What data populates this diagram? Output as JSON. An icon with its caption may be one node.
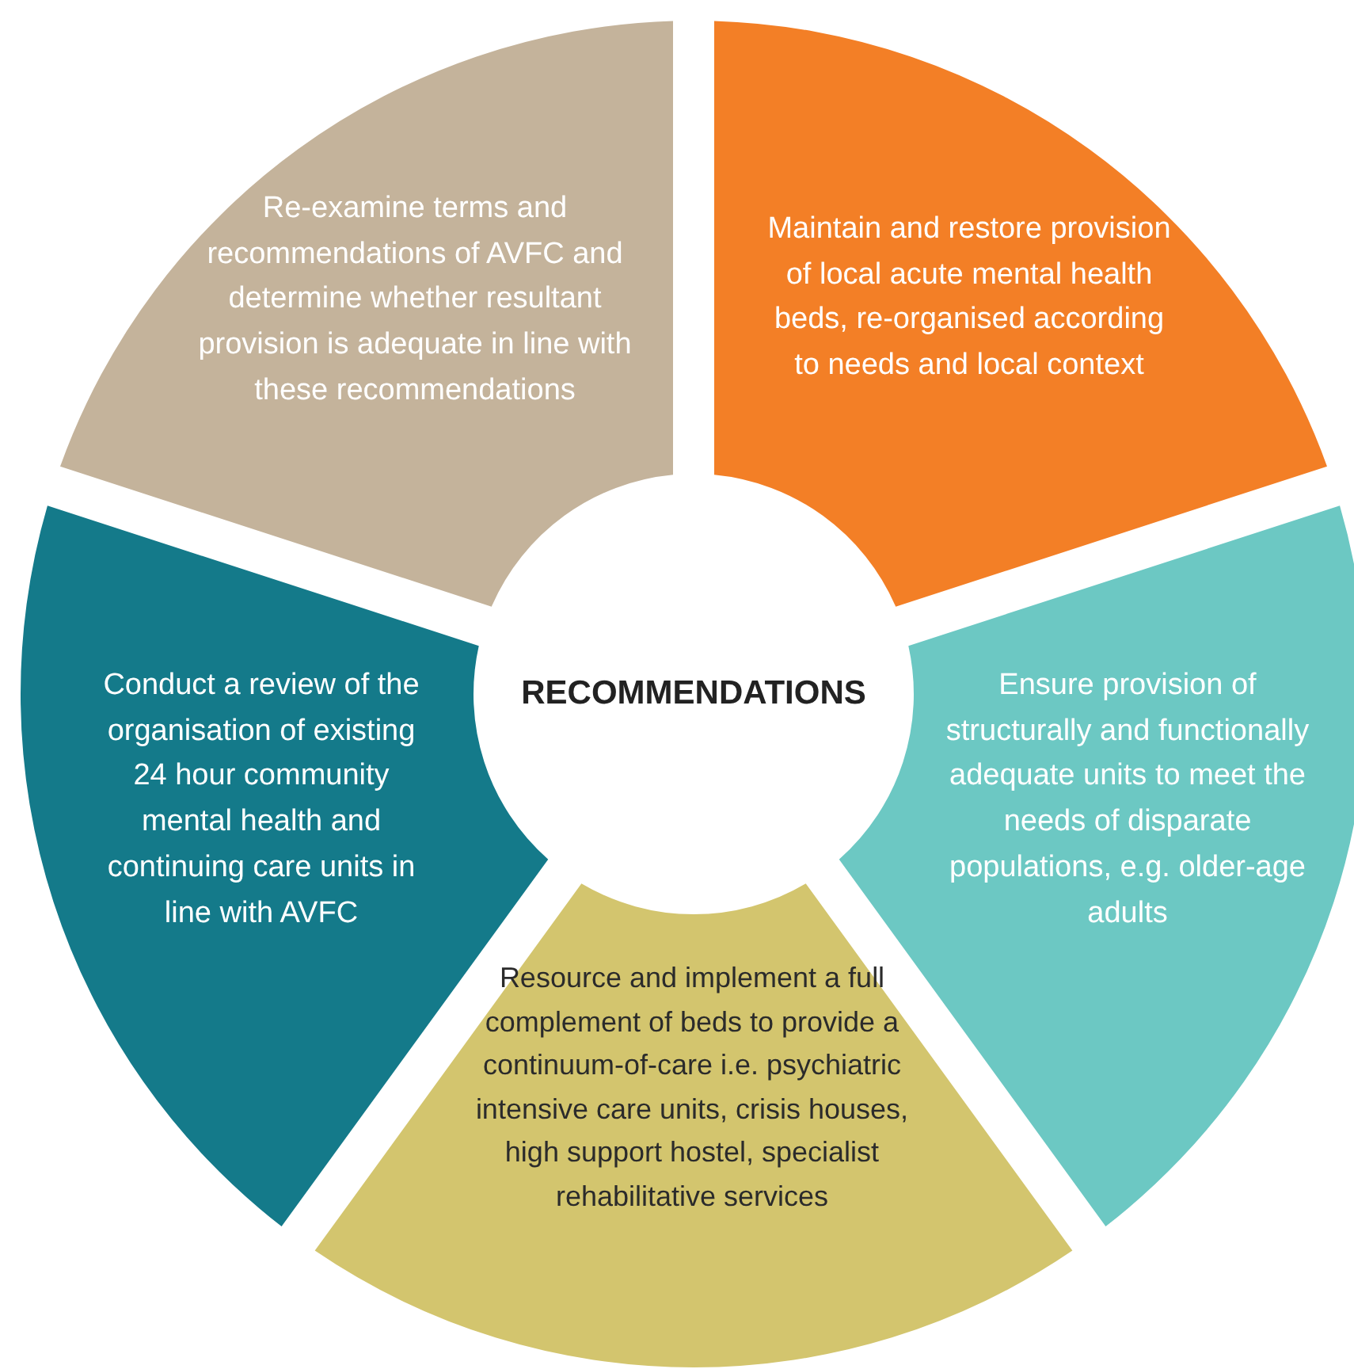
{
  "diagram": {
    "nodes": [
      {
        "text": [
          "RECOMMENDATIONS"
        ]
      },
      {
        "text": [
          "Re-examine terms and recommendations of AVFC and determine whether resultant provision is adequate in line with these recommendations"
        ]
      },
      {
        "text": [
          "Maintain and restore provision of local acute mental health beds, re-organised according to needs and local context"
        ]
      },
      {
        "text": [
          "Conduct a review of the organisation of existing 24 hour community mental health and continuing care units in line with AVFC"
        ]
      },
      {
        "text": [
          "Ensure provision of structurally and functionally adequate units to meet the needs of disparate populations, e.g. older-age adults"
        ]
      },
      {
        "text": [
          "Resource and implement a full complement of beds to provide a continuum-of-care i.e. psychiatric intensive care units, crisis houses, high support hostel, specialist rehabilitative services"
        ]
      }
    ]
  }
}
